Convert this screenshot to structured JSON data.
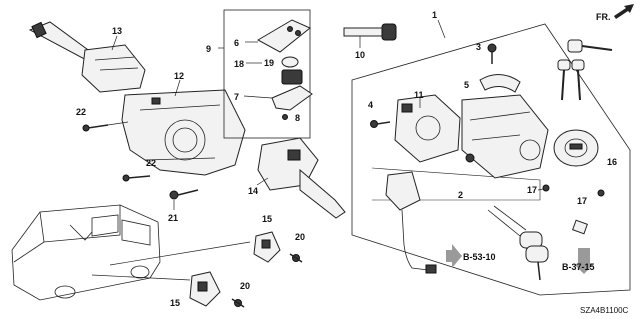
{
  "callouts": {
    "c1": "1",
    "c2": "2",
    "c3": "3",
    "c4": "4",
    "c5": "5",
    "c6": "6",
    "c7": "7",
    "c8": "8",
    "c9": "9",
    "c10": "10",
    "c11": "11",
    "c12": "12",
    "c13": "13",
    "c14": "14",
    "c15a": "15",
    "c15b": "15",
    "c16": "16",
    "c17a": "17",
    "c17b": "17",
    "c18": "18",
    "c19": "19",
    "c20a": "20",
    "c20b": "20",
    "c21": "21",
    "c22a": "22",
    "c22b": "22"
  },
  "references": {
    "ref1": "B-53-10",
    "ref2": "B-37-15"
  },
  "orientation_label": "FR.",
  "diagram_code": "SZA4B1100C",
  "colors": {
    "ink": "#222222",
    "fill": "#f2f2f2",
    "ref_arrow": "#9a9a9a"
  }
}
